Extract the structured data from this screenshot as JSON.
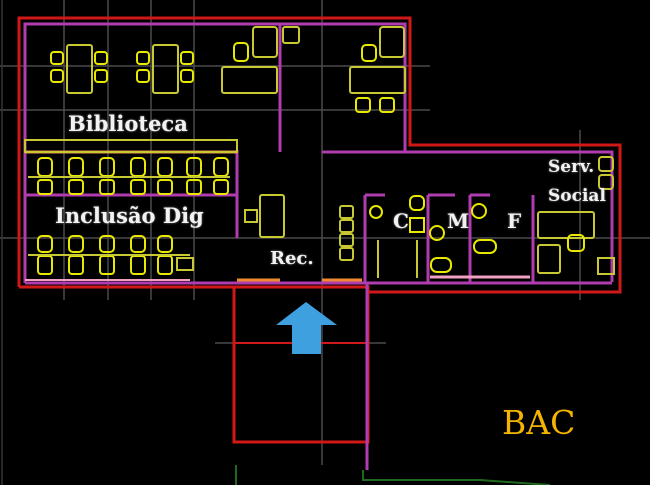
{
  "title": "Floor plan",
  "rooms": {
    "biblioteca": "Biblioteca",
    "inclusao_digital": "Inclusão Dig",
    "recepcao": "Rec.",
    "sanitario_c": "C",
    "sanitario_m": "M",
    "sanitario_f": "F",
    "servico_social_line1": "Serv.",
    "servico_social_line2": "Social",
    "bac": "BAC"
  },
  "icons": {
    "entrance": "blue-up-arrow"
  },
  "colors": {
    "background": "#000000",
    "outer_wall": "#d01818",
    "inner_wall": "#b03cb0",
    "furniture": "#c8c832",
    "chairs": "#e8e800",
    "grid": "#6a6a6a",
    "entrance_arrow": "#3fa0e0",
    "counter": "#f08a50",
    "label": "#f2f2f2",
    "bac_label": "#f5b400"
  }
}
